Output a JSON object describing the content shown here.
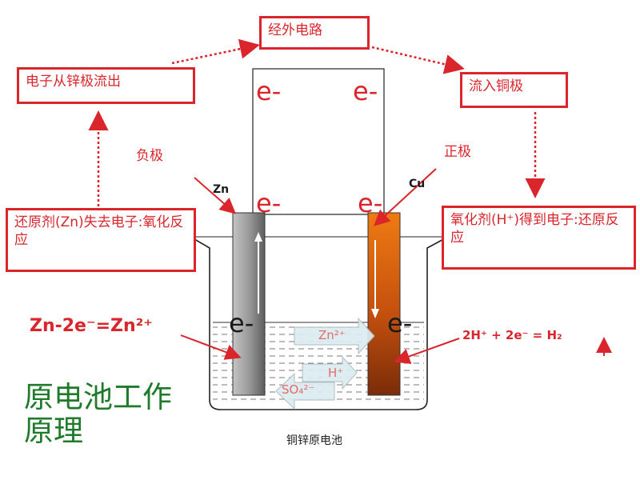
{
  "boxes": {
    "external_circuit": "经外电路",
    "electron_out": "电子从锌极流出",
    "into_copper": "流入铜极",
    "reductant": "还原剂(Zn)失去电子:氧化反应",
    "oxidant": "氧化剂(H⁺)得到电子:还原反应"
  },
  "labels": {
    "negative_electrode": "负极",
    "positive_electrode": "正极",
    "zn": "Zn",
    "cu": "Cu"
  },
  "electron_symbol": "e-",
  "equations": {
    "anode": "Zn-2e⁻=Zn²⁺",
    "cathode": "2H⁺ + 2e⁻ = H₂"
  },
  "ions": {
    "zn2": "Zn²⁺",
    "h": "H⁺",
    "so4": "SO₄²⁻"
  },
  "title": "原电池工作原理",
  "caption": "铜锌原电池",
  "colors": {
    "accent": "#d9252b",
    "title_green": "#1f7a2a",
    "zinc_gray": "#8a8a8a",
    "copper_orange": "#c8500e"
  }
}
